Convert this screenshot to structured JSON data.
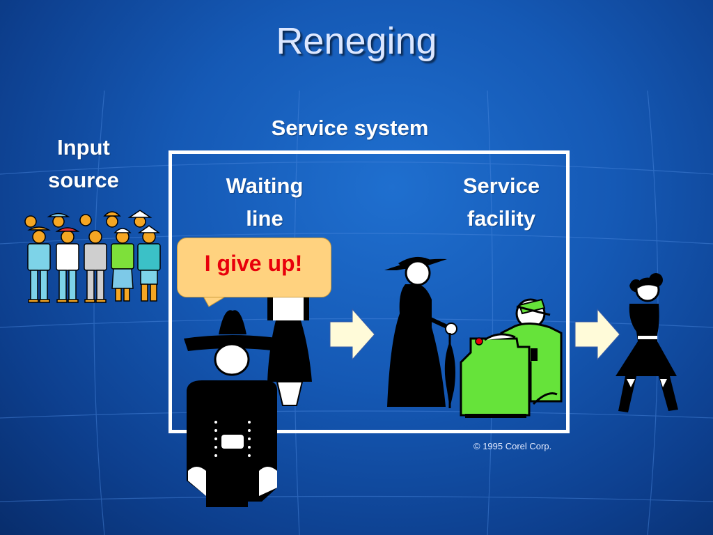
{
  "title": "Reneging",
  "labels": {
    "service_system": "Service system",
    "input_source_line1": "Input",
    "input_source_line2": "source",
    "waiting_line_line1": "Waiting",
    "waiting_line_line2": "line",
    "service_facility_line1": "Service",
    "service_facility_line2": "facility"
  },
  "bubble_text": "I give up!",
  "copyright": "© 1995 Corel Corp.",
  "colors": {
    "background": "#1559b5",
    "title": "#dce7ff",
    "box_border": "#ffffff",
    "bubble_fill": "#ffd27f",
    "bubble_text": "#e8000b",
    "arrow_fill": "#fffbd9",
    "machine_green": "#66e33a"
  },
  "icons": [
    "crowd-icon",
    "arrow-right-icon",
    "person-reneging-icon",
    "person-waiting-icon",
    "person-being-served-icon",
    "server-machine-icon",
    "person-leaving-icon"
  ]
}
